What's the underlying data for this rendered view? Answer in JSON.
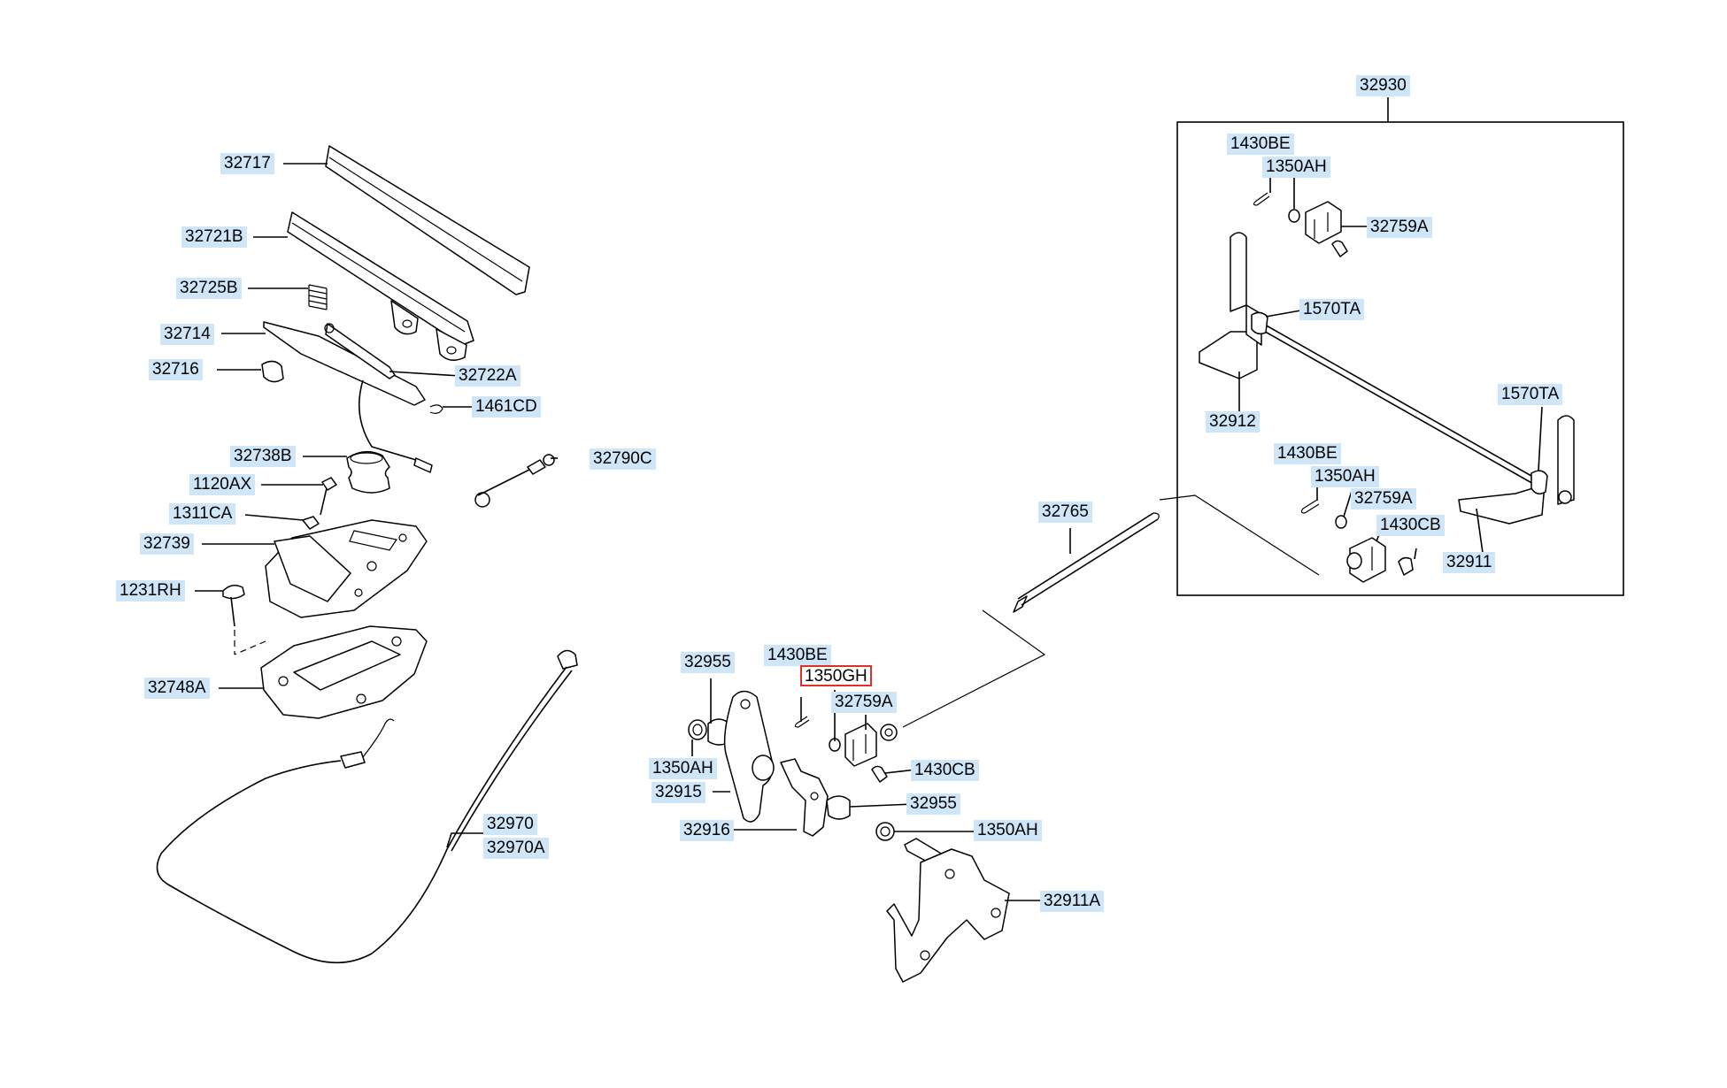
{
  "diagram": {
    "labels": {
      "p32717": "32717",
      "p32721B": "32721B",
      "p32725B": "32725B",
      "p32714": "32714",
      "p32716": "32716",
      "p32722A": "32722A",
      "p1461CD": "1461CD",
      "p32738B": "32738B",
      "p32790C": "32790C",
      "p1120AX": "1120AX",
      "p1311CA": "1311CA",
      "p32739": "32739",
      "p1231RH": "1231RH",
      "p32748A": "32748A",
      "p32970": "32970",
      "p32970A": "32970A",
      "p32955_top": "32955",
      "p1430BE_mid": "1430BE",
      "p1350GH": "1350GH",
      "p32759A_mid": "32759A",
      "p1350AH_left": "1350AH",
      "p32915": "32915",
      "p1430CB_mid": "1430CB",
      "p32955_bot": "32955",
      "p32916": "32916",
      "p1350AH_bot": "1350AH",
      "p32911A": "32911A",
      "p32765": "32765",
      "p32930": "32930",
      "p1430BE_top": "1430BE",
      "p1350AH_top": "1350AH",
      "p32759A_top": "32759A",
      "p1570TA_a": "1570TA",
      "p32912": "32912",
      "p1570TA_b": "1570TA",
      "p1430BE_low": "1430BE",
      "p1350AH_low": "1350AH",
      "p32759A_low": "32759A",
      "p1430CB_low": "1430CB",
      "p32911": "32911"
    },
    "highlight_color": "#e0302a",
    "label_color": "#cfe6f8"
  }
}
